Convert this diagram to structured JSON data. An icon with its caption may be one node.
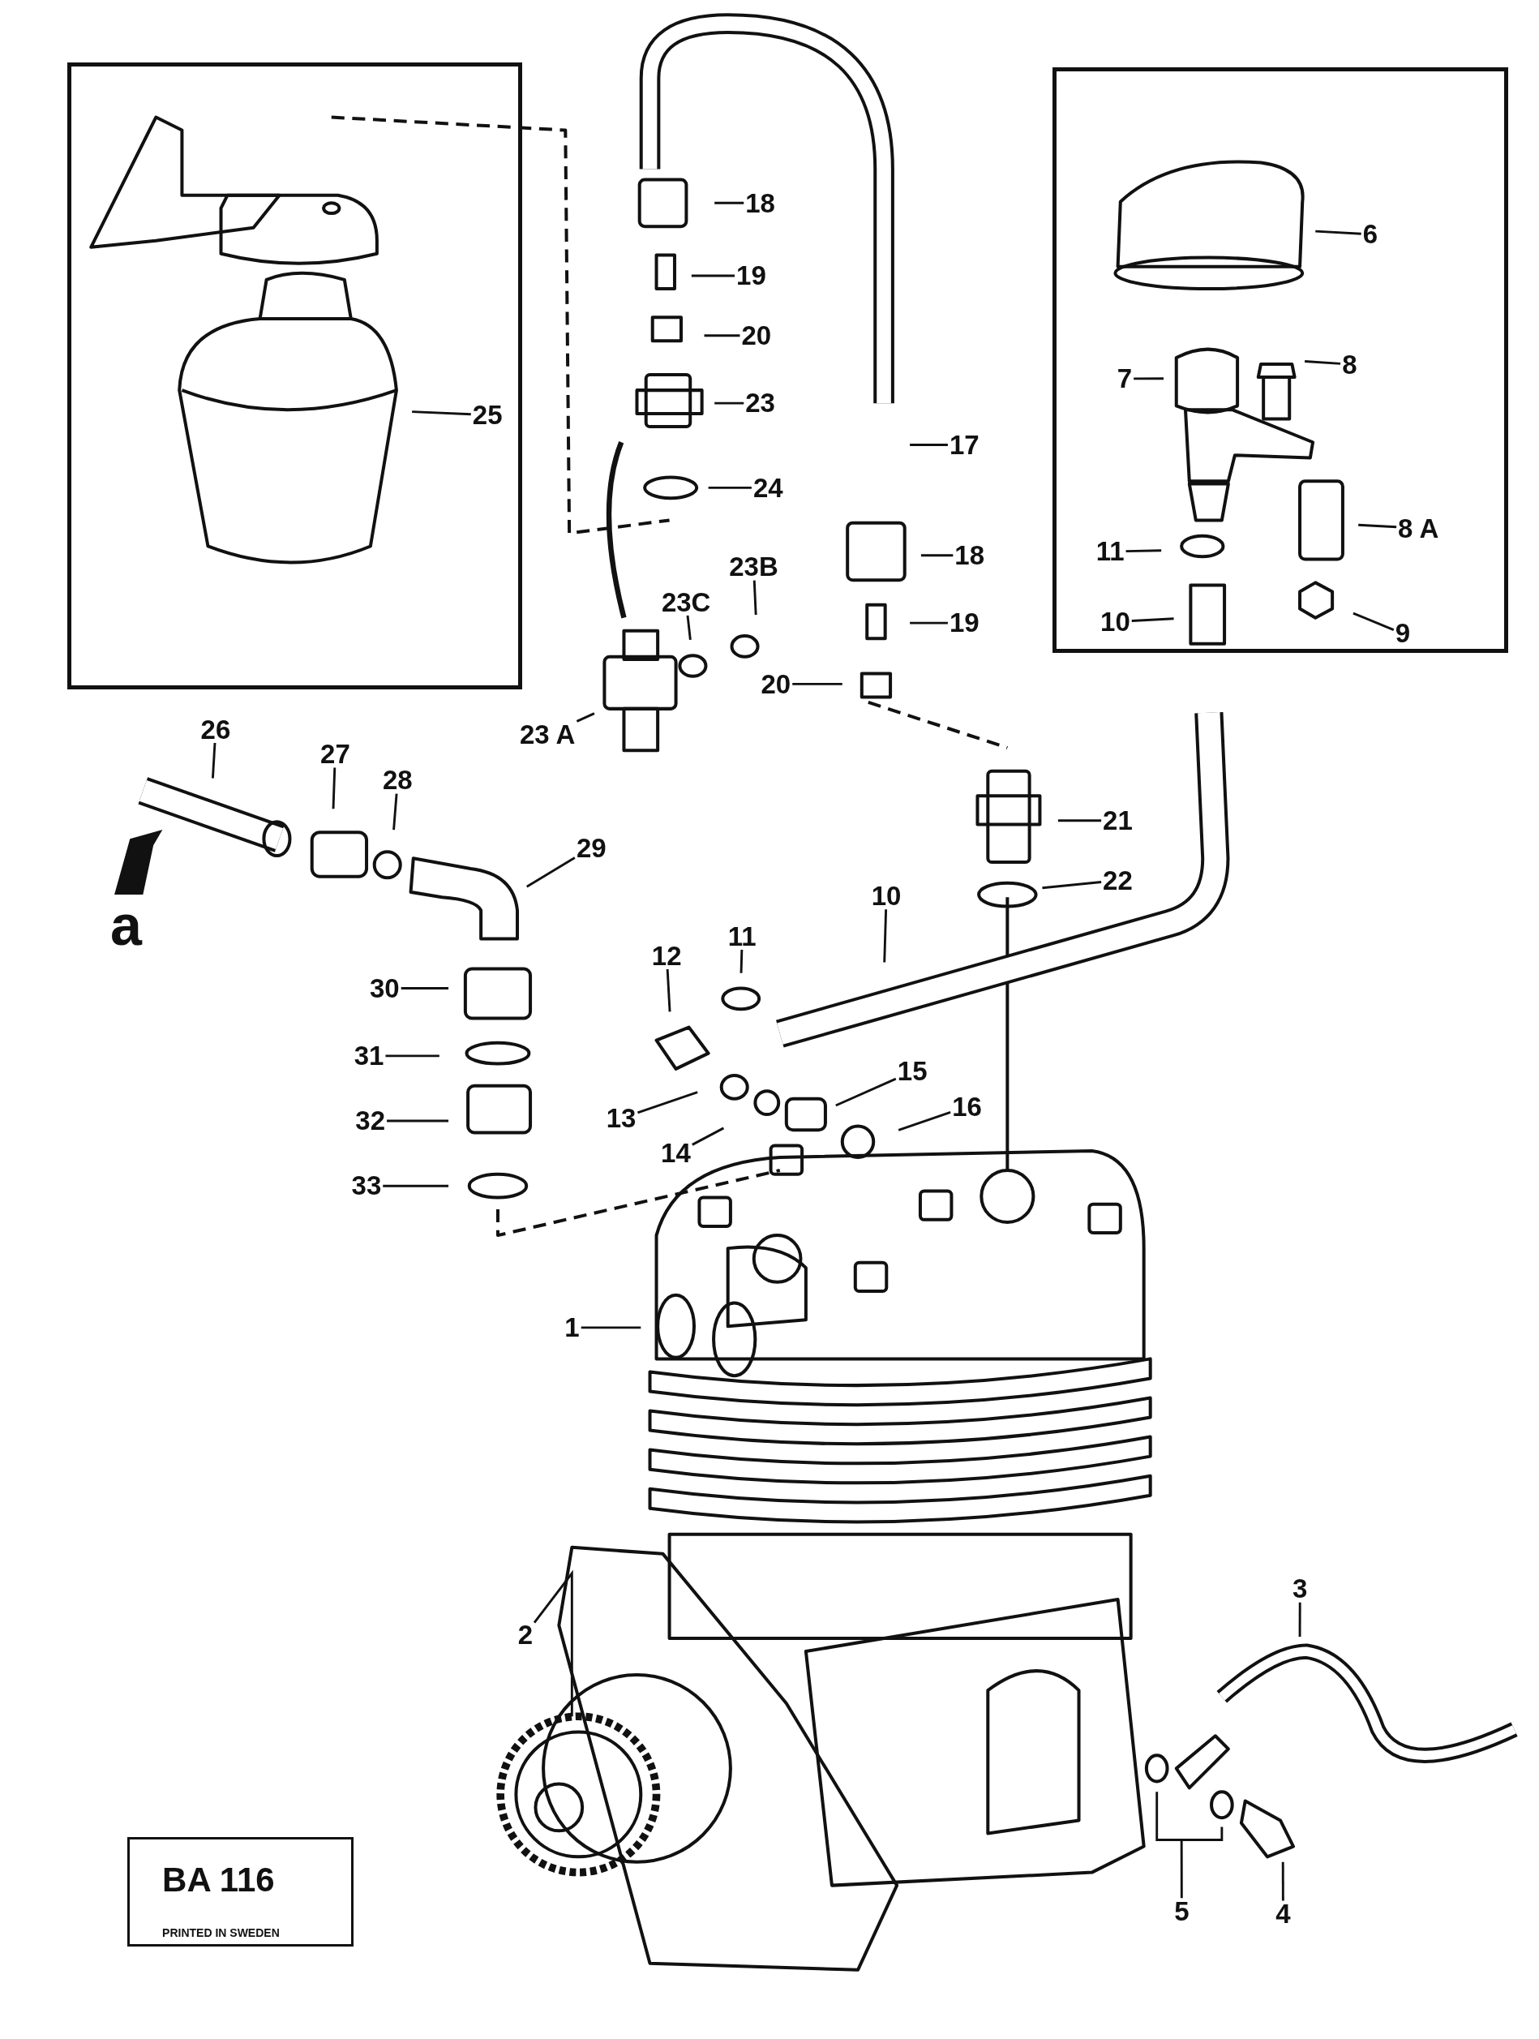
{
  "diagram": {
    "nodes": [
      {
        "text": [],
        "shape": "box"
      },
      {
        "text": [],
        "shape": "box"
      },
      {
        "text": [
          "25"
        ],
        "in": 0
      },
      {
        "text": [
          "6"
        ],
        "in": 1
      },
      {
        "text": [
          "8"
        ],
        "in": 1
      },
      {
        "text": [
          "7"
        ],
        "in": 1
      },
      {
        "text": [
          "8 A"
        ],
        "in": 1
      },
      {
        "text": [
          "11"
        ],
        "in": 1
      },
      {
        "text": [
          "10"
        ],
        "in": 1
      },
      {
        "text": [
          "9"
        ],
        "in": 1
      },
      {
        "text": [
          "18"
        ]
      },
      {
        "text": [
          "19"
        ]
      },
      {
        "text": [
          "20"
        ]
      },
      {
        "text": [
          "23"
        ]
      },
      {
        "text": [
          "24"
        ]
      },
      {
        "text": [
          "17"
        ]
      },
      {
        "text": [
          "18"
        ]
      },
      {
        "text": [
          "19"
        ]
      },
      {
        "text": [
          "20"
        ]
      },
      {
        "text": [
          "23B"
        ]
      },
      {
        "text": [
          "23C"
        ]
      },
      {
        "text": [
          "23 A"
        ]
      },
      {
        "text": [
          "26"
        ]
      },
      {
        "text": [
          "27"
        ]
      },
      {
        "text": [
          "28"
        ]
      },
      {
        "text": [
          "29"
        ]
      },
      {
        "text": [
          "30"
        ]
      },
      {
        "text": [
          "31"
        ]
      },
      {
        "text": [
          "32"
        ]
      },
      {
        "text": [
          "33"
        ]
      },
      {
        "text": [
          "21"
        ]
      },
      {
        "text": [
          "22"
        ]
      },
      {
        "text": [
          "10"
        ]
      },
      {
        "text": [
          "11"
        ]
      },
      {
        "text": [
          "12"
        ]
      },
      {
        "text": [
          "13"
        ]
      },
      {
        "text": [
          "14"
        ]
      },
      {
        "text": [
          "15"
        ]
      },
      {
        "text": [
          "16"
        ]
      },
      {
        "text": [
          "1"
        ]
      },
      {
        "text": [
          "2"
        ]
      },
      {
        "text": [
          "3"
        ]
      },
      {
        "text": [
          "5"
        ]
      },
      {
        "text": [
          "4"
        ]
      },
      {
        "text": [
          "BA 116",
          "PRINTED IN SWEDEN"
        ]
      }
    ],
    "edges": [
      {
        "from": 2,
        "to": null,
        "arrow": "none"
      },
      {
        "from": 3,
        "to": null,
        "arrow": "none"
      },
      {
        "from": 4,
        "to": null,
        "arrow": "none"
      },
      {
        "from": 5,
        "to": null,
        "arrow": "none"
      },
      {
        "from": 6,
        "to": null,
        "arrow": "none"
      },
      {
        "from": 7,
        "to": null,
        "arrow": "none"
      },
      {
        "from": 8,
        "to": null,
        "arrow": "none"
      },
      {
        "from": 9,
        "to": null,
        "arrow": "none"
      },
      {
        "from": 10,
        "to": null,
        "arrow": "none"
      },
      {
        "from": 11,
        "to": null,
        "arrow": "none"
      },
      {
        "from": 12,
        "to": null,
        "arrow": "none"
      },
      {
        "from": 13,
        "to": null,
        "arrow": "none"
      },
      {
        "from": 14,
        "to": null,
        "arrow": "none"
      },
      {
        "from": 15,
        "to": null,
        "arrow": "none"
      },
      {
        "from": 16,
        "to": null,
        "arrow": "none"
      },
      {
        "from": 17,
        "to": null,
        "arrow": "none"
      },
      {
        "from": 18,
        "to": null,
        "arrow": "none"
      },
      {
        "from": 19,
        "to": null,
        "arrow": "none"
      },
      {
        "from": 20,
        "to": null,
        "arrow": "none"
      },
      {
        "from": 21,
        "to": null,
        "arrow": "none"
      },
      {
        "from": 22,
        "to": null,
        "arrow": "none"
      },
      {
        "from": 23,
        "to": null,
        "arrow": "none"
      },
      {
        "from": 24,
        "to": null,
        "arrow": "none"
      },
      {
        "from": 25,
        "to": null,
        "arrow": "none"
      },
      {
        "from": 26,
        "to": null,
        "arrow": "none"
      },
      {
        "from": 27,
        "to": null,
        "arrow": "none"
      },
      {
        "from": 28,
        "to": null,
        "arrow": "none"
      },
      {
        "from": 29,
        "to": null,
        "arrow": "none"
      },
      {
        "from": 30,
        "to": null,
        "arrow": "none"
      },
      {
        "from": 31,
        "to": null,
        "arrow": "none"
      },
      {
        "from": 32,
        "to": null,
        "arrow": "none"
      },
      {
        "from": 33,
        "to": null,
        "arrow": "none"
      },
      {
        "from": 34,
        "to": null,
        "arrow": "none"
      },
      {
        "from": 35,
        "to": null,
        "arrow": "none"
      },
      {
        "from": 36,
        "to": null,
        "arrow": "none"
      },
      {
        "from": 37,
        "to": null,
        "arrow": "none"
      },
      {
        "from": 38,
        "to": null,
        "arrow": "none"
      },
      {
        "from": 39,
        "to": null,
        "arrow": "none"
      },
      {
        "from": 40,
        "to": null,
        "arrow": "none"
      },
      {
        "from": 41,
        "to": null,
        "arrow": "none"
      },
      {
        "from": 42,
        "to": null,
        "arrow": "none"
      },
      {
        "from": 43,
        "to": null,
        "arrow": "none"
      }
    ],
    "labels": [
      "a"
    ]
  }
}
